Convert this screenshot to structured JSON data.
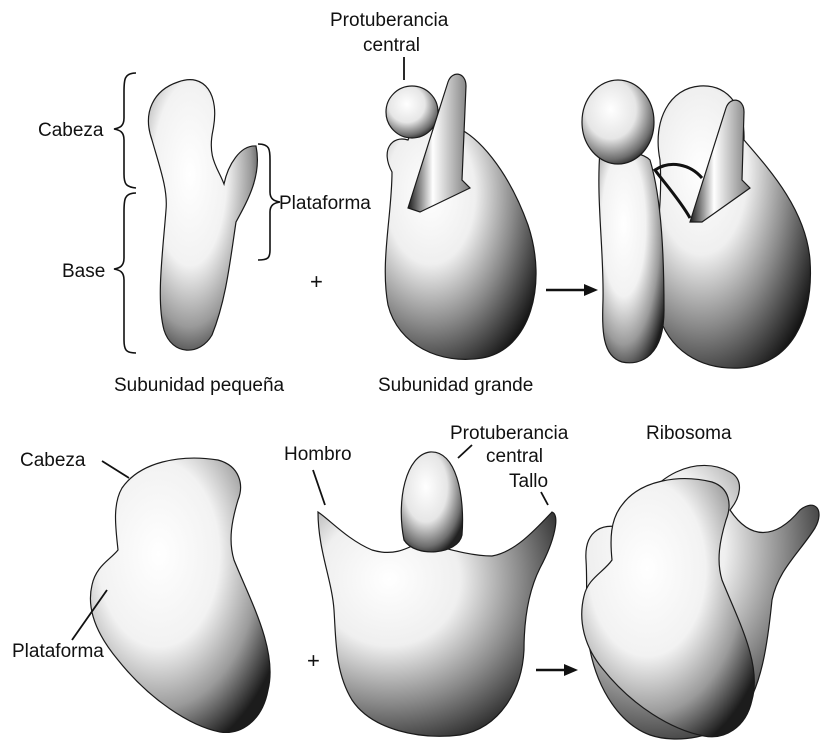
{
  "top_row": {
    "small_subunit": {
      "caption": "Subunidad pequeña",
      "head_label": "Cabeza",
      "base_label": "Base",
      "platform_label": "Plataforma"
    },
    "plus_sign": "+",
    "large_subunit": {
      "caption": "Subunidad grande",
      "central_protuberance_label_line1": "Protuberancia",
      "central_protuberance_label_line2": "central"
    }
  },
  "bottom_row": {
    "small_subunit": {
      "head_label": "Cabeza",
      "platform_label": "Plataforma"
    },
    "plus_sign": "+",
    "large_subunit": {
      "shoulder_label": "Hombro",
      "central_protuberance_label_line1": "Protuberancia",
      "central_protuberance_label_line2": "central",
      "stalk_label": "Tallo"
    },
    "ribosome_label": "Ribosoma"
  },
  "colors": {
    "ink": "#111111",
    "shape_dark": "#111111",
    "shape_light": "#ffffff"
  }
}
